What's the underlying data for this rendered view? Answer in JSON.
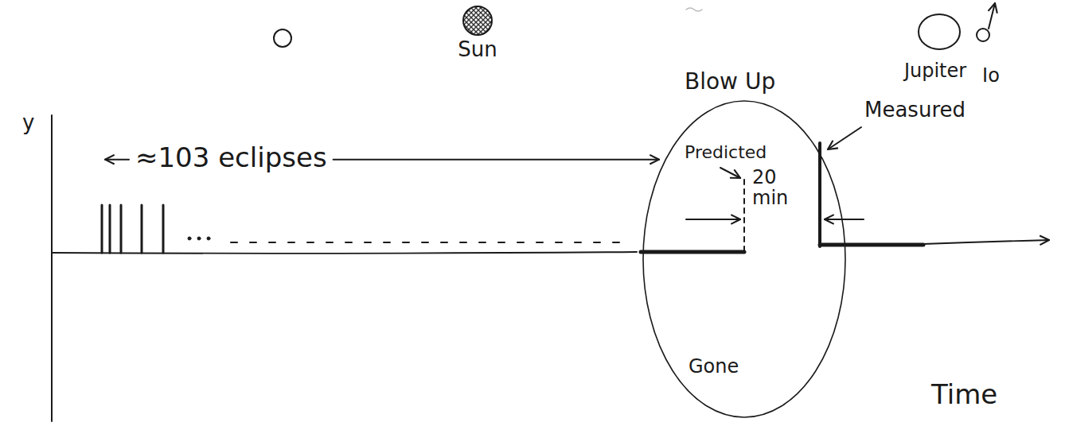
{
  "diagram": {
    "nodes": [
      {
        "text": [
          "Sun"
        ]
      },
      {
        "text": [
          "Jupiter"
        ]
      },
      {
        "text": [
          "Io"
        ]
      },
      {
        "text": [
          "Blow Up",
          "Predicted",
          "20 min",
          "Gone"
        ]
      }
    ],
    "labels": [
      "y",
      "≈103 eclipses",
      "Measured",
      "Time"
    ]
  }
}
